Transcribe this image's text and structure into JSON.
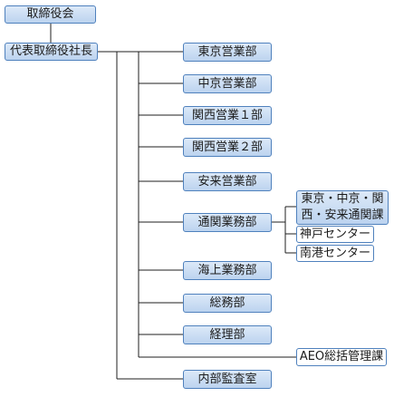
{
  "org_chart": {
    "board": "取締役会",
    "ceo": "代表取締役社長",
    "departments": [
      "東京営業部",
      "中京営業部",
      "関西営業１部",
      "関西営業２部",
      "安来営業部",
      "通関業務部",
      "海上業務部",
      "総務部",
      "経理部"
    ],
    "aeo": "AEO総括管理課",
    "audit": "内部監査室",
    "customs_sections": [
      "東京・中京・関\n西・安来通関課",
      "神戸センター",
      "南港センター"
    ]
  },
  "colors": {
    "box_border": "#4f81bd",
    "box_fill_top": "#dce9f8",
    "box_fill_bottom": "#bcd3ef",
    "plain_fill": "#ffffff",
    "line": "#1f1f1f"
  }
}
